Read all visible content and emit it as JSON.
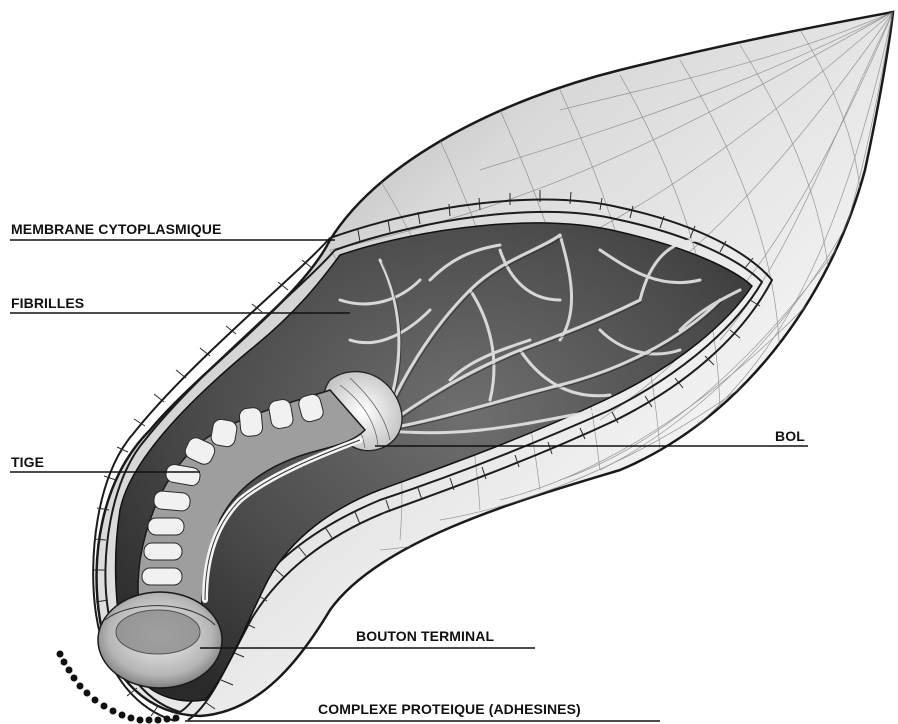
{
  "labels": {
    "membrane": "MEMBRANE CYTOPLASMIQUE",
    "fibrilles": "FIBRILLES",
    "tige": "TIGE",
    "bol": "BOL",
    "bouton": "BOUTON TERMINAL",
    "complexe": "COMPLEXE PROTEIQUE (ADHESINES)"
  }
}
